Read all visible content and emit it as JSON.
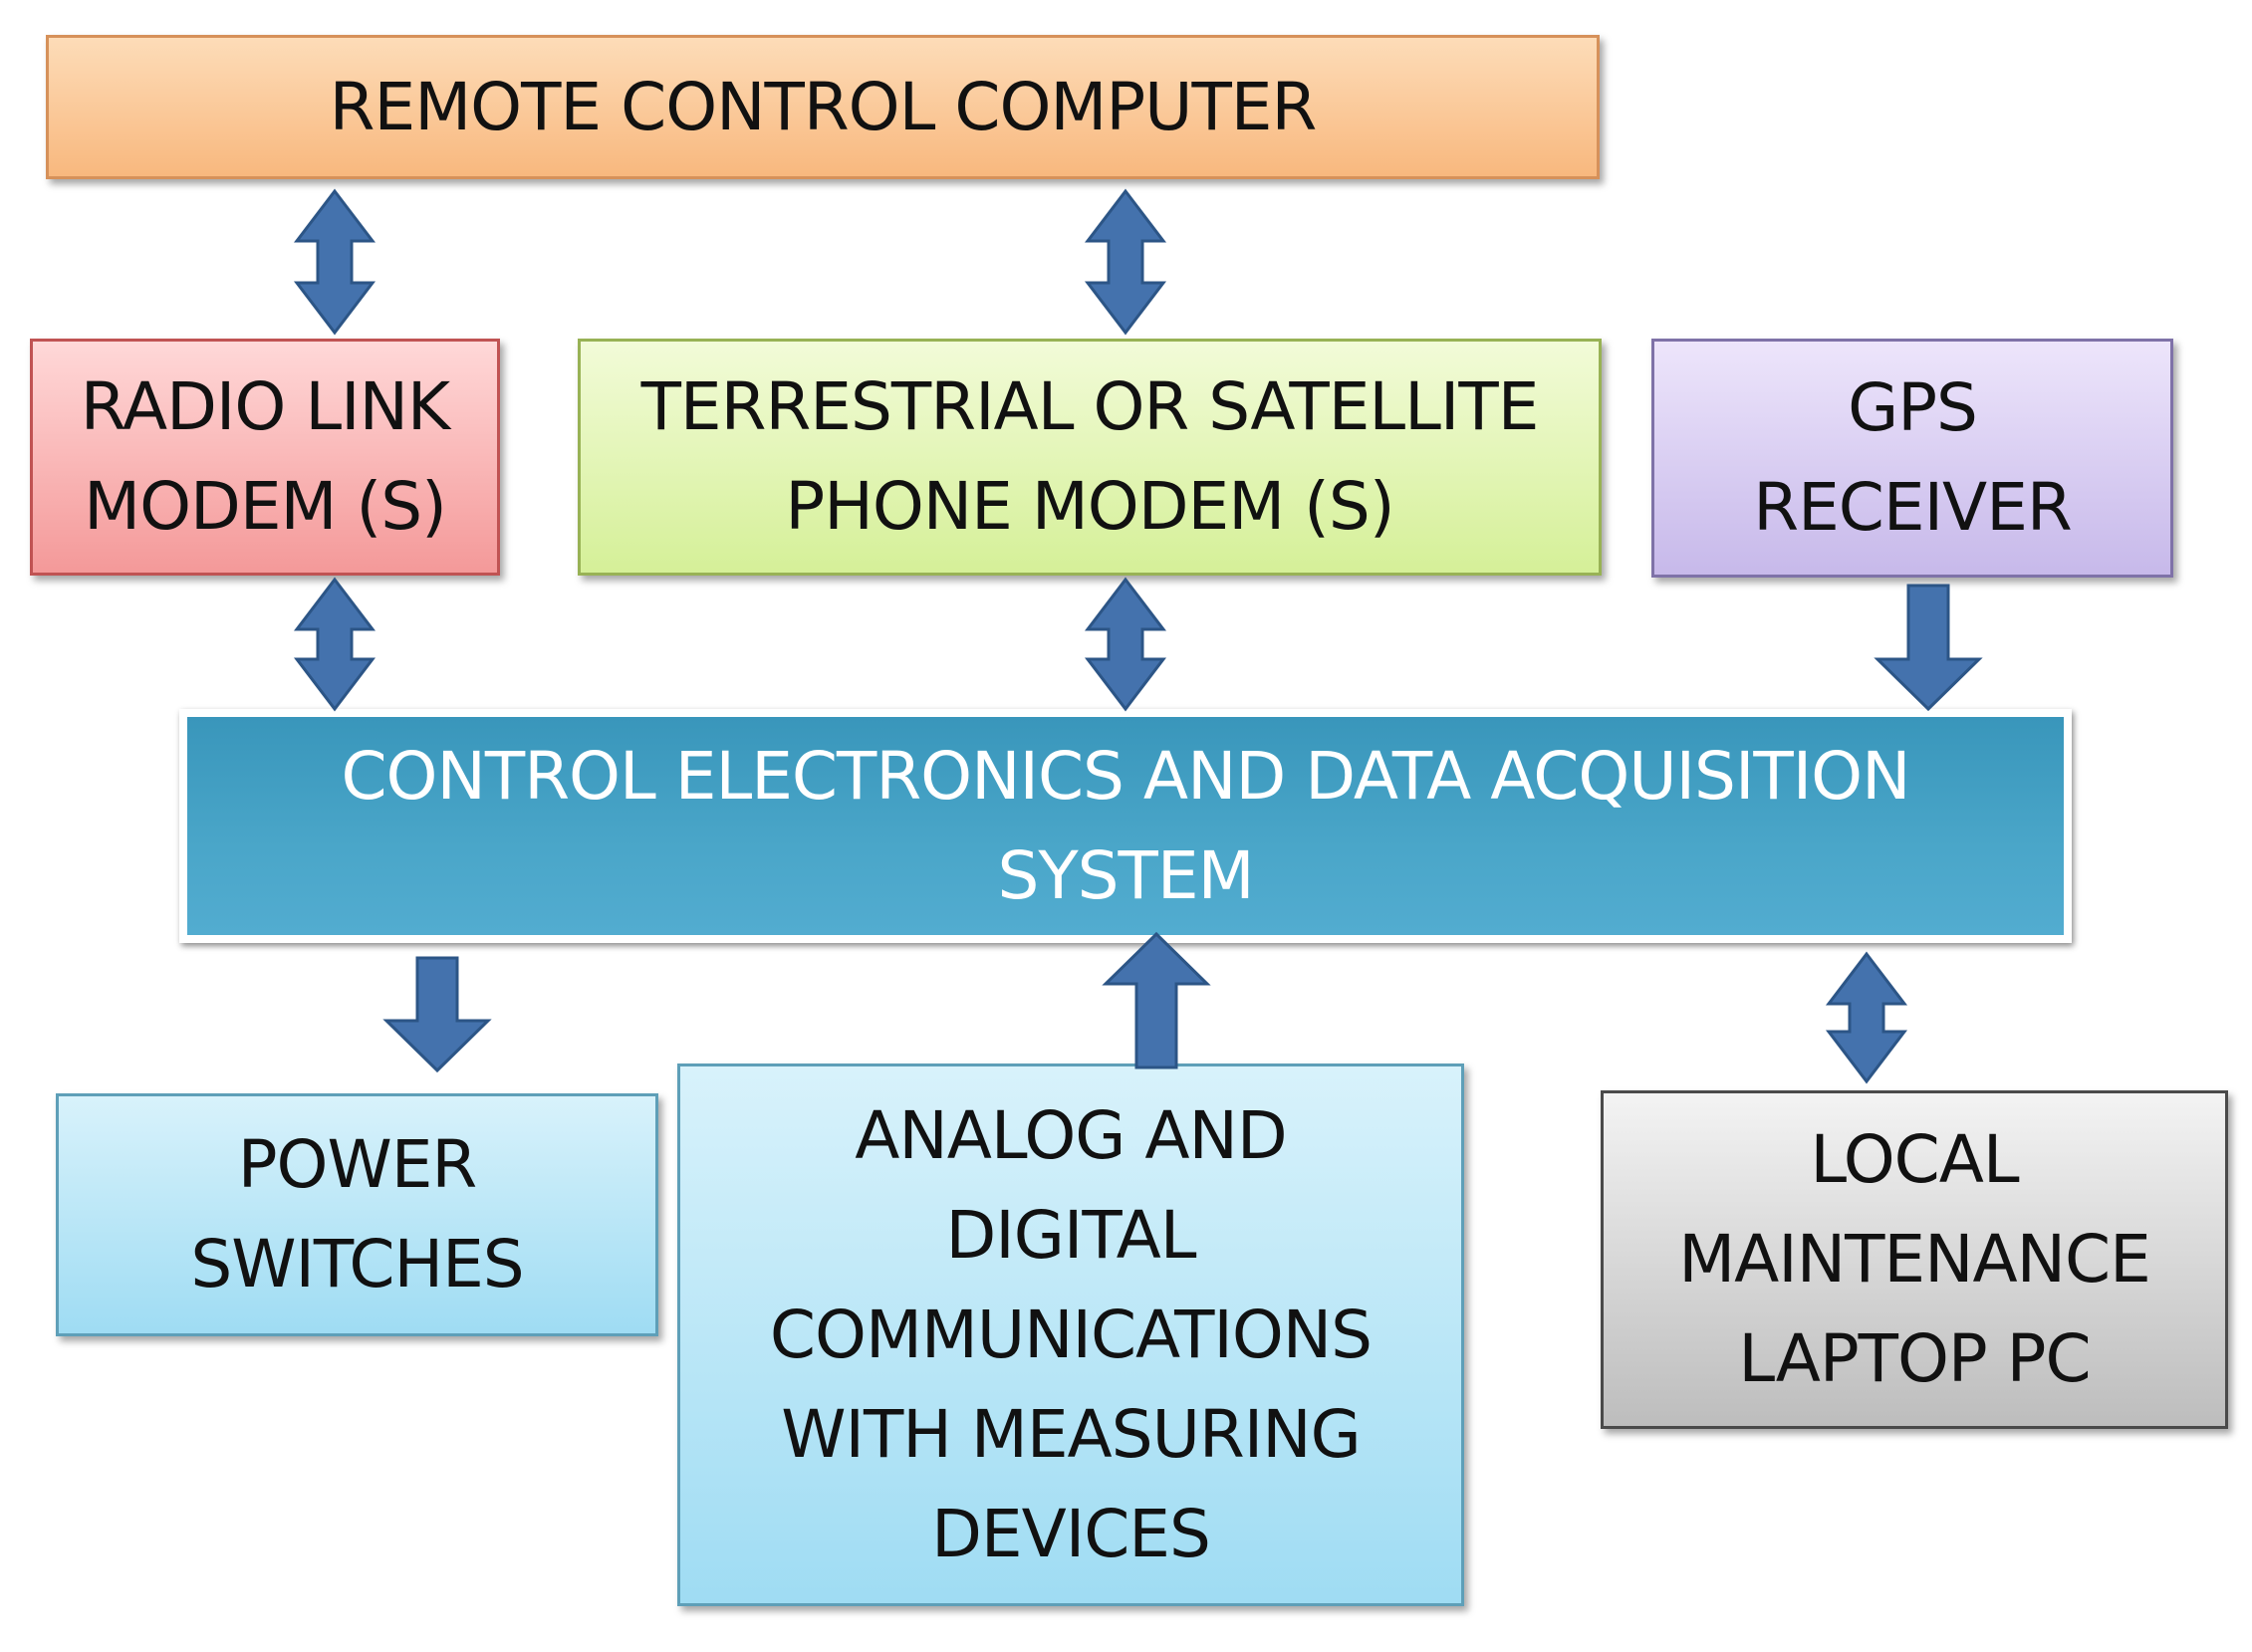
{
  "diagram": {
    "nodes": {
      "remote": {
        "lines": [
          "REMOTE CONTROL COMPUTER"
        ],
        "fill": "#f8b87e"
      },
      "radio": {
        "lines": [
          "RADIO LINK",
          "MODEM (S)"
        ],
        "fill": "#f49999"
      },
      "phone": {
        "lines": [
          "TERRESTRIAL OR SATELLITE",
          "PHONE MODEM (S)"
        ],
        "fill": "#d5f098"
      },
      "gps": {
        "lines": [
          "GPS",
          "RECEIVER"
        ],
        "fill": "#c7b9ea"
      },
      "control": {
        "lines": [
          "CONTROL ELECTRONICS AND DATA ACQUISITION",
          "SYSTEM"
        ],
        "fill": "#4aa6c9"
      },
      "power": {
        "lines": [
          "POWER",
          "SWITCHES"
        ],
        "fill": "#9fdcf3"
      },
      "analog": {
        "lines": [
          "ANALOG AND",
          "DIGITAL",
          "COMMUNICATIONS",
          "WITH MEASURING",
          "DEVICES"
        ],
        "fill": "#9fdcf3"
      },
      "local": {
        "lines": [
          "LOCAL",
          "MAINTENANCE",
          "LAPTOP PC"
        ],
        "fill": "#bdbdbd"
      }
    },
    "edges": [
      {
        "from": "remote",
        "to": "radio",
        "direction": "both"
      },
      {
        "from": "remote",
        "to": "phone",
        "direction": "both"
      },
      {
        "from": "radio",
        "to": "control",
        "direction": "both"
      },
      {
        "from": "phone",
        "to": "control",
        "direction": "both"
      },
      {
        "from": "gps",
        "to": "control",
        "direction": "forward"
      },
      {
        "from": "control",
        "to": "power",
        "direction": "forward"
      },
      {
        "from": "analog",
        "to": "control",
        "direction": "forward"
      },
      {
        "from": "control",
        "to": "local",
        "direction": "both"
      }
    ],
    "arrow_color": "#4472ad"
  }
}
